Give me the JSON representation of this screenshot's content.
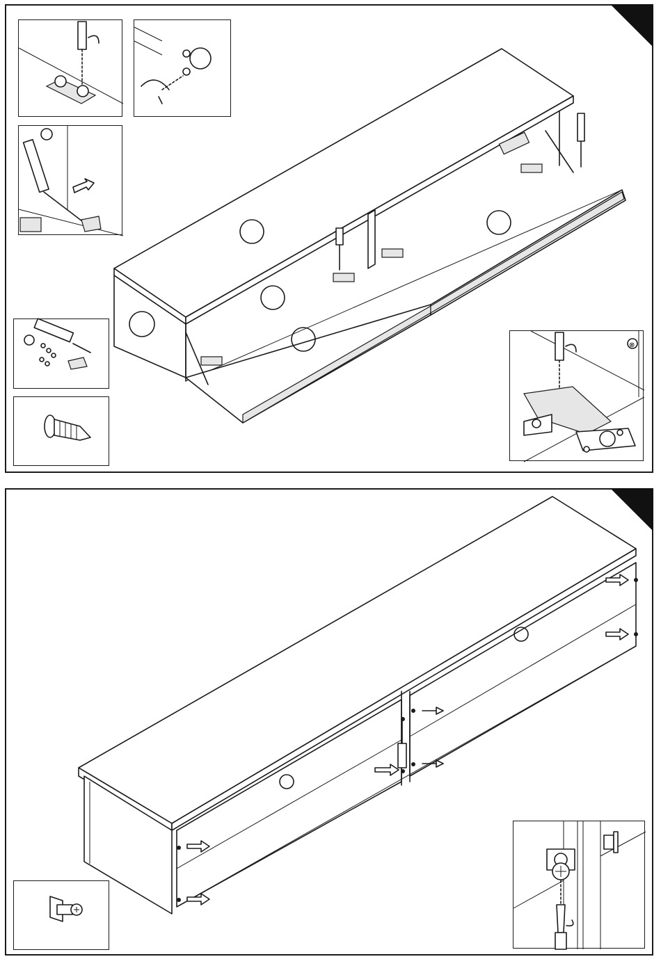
{
  "document": {
    "type": "assembly-instructions",
    "steps": [
      {
        "id": "step-top",
        "main_illustration": "open-cabinet-with-flap-doors-hinges-and-gas-struts",
        "insets": [
          "screwing-hinge-plate",
          "mounting-strut-bracket",
          "gas-strut-attach",
          "hardware-kit",
          "wood-screw",
          "hinge-adjustment"
        ]
      },
      {
        "id": "step-bottom",
        "main_illustration": "cabinet-with-doors-closed-and-fittings-marked",
        "insets": [
          "cam-screw",
          "screw-into-panel"
        ]
      }
    ]
  },
  "icons": {
    "cross-mark": "⊗",
    "pointer-arrow": "⇨"
  },
  "colors": {
    "ink": "#1a1a1a",
    "paper": "#ffffff",
    "corner": "#111111"
  }
}
